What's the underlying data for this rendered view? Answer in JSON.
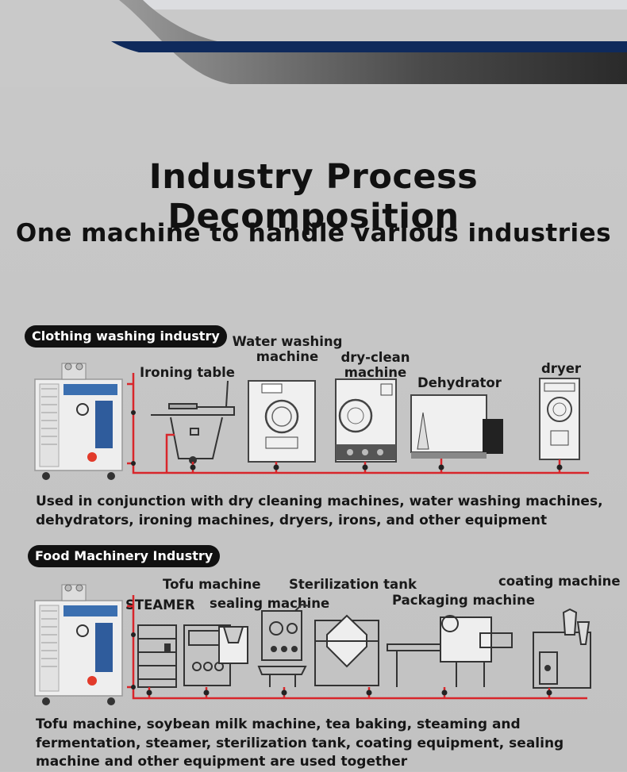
{
  "header": {
    "title": "Industry Process Decomposition",
    "subtitle": "One machine to handle various industries"
  },
  "sections": [
    {
      "name": "Clothing washing industry",
      "machines": {
        "ironing_table": "Ironing table",
        "water_washing": "Water washing\nmachine",
        "dry_clean": "dry-clean\nmachine",
        "dehydrator": "Dehydrator",
        "dryer": "dryer"
      },
      "description": "Used in conjunction with dry cleaning machines, water washing machines, dehydrators, ironing machines, dryers, irons, and other equipment"
    },
    {
      "name": "Food Machinery Industry",
      "machines": {
        "tofu": "Tofu machine",
        "steamer": "STEAMER",
        "sealing": "sealing machine",
        "sterilization": "Sterilization tank",
        "packaging": "Packaging machine",
        "coating": "coating machine"
      },
      "description": "Tofu machine, soybean milk machine, tea baking, steaming and fermentation, steamer, sterilization tank, coating equipment, sealing machine and other equipment are used together"
    }
  ],
  "colors": {
    "pipe": "#d8262b",
    "banner_blue": "#0f2a5c",
    "banner_dark": "#2b2b2b"
  }
}
